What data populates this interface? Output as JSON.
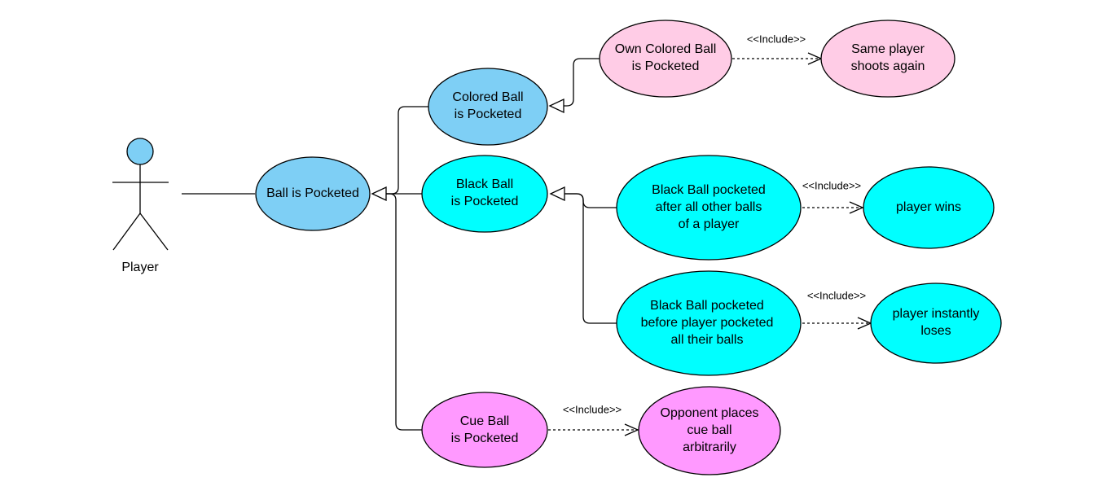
{
  "actor": {
    "label": "Player",
    "head_color": "#7ecff5"
  },
  "colors": {
    "blue": "#7ecff5",
    "cyan": "#00ffff",
    "pink": "#ffcce6",
    "magenta": "#ff99ff",
    "line": "#000000"
  },
  "nodes": {
    "ball_pocketed": {
      "lines": [
        "Ball is Pocketed"
      ],
      "color": "#7ecff5"
    },
    "colored_ball": {
      "lines": [
        "Colored Ball",
        "is Pocketed"
      ],
      "color": "#7ecff5"
    },
    "black_ball": {
      "lines": [
        "Black Ball",
        "is Pocketed"
      ],
      "color": "#00ffff"
    },
    "cue_ball": {
      "lines": [
        "Cue Ball",
        "is Pocketed"
      ],
      "color": "#ff99ff"
    },
    "own_colored": {
      "lines": [
        "Own Colored Ball",
        "is Pocketed"
      ],
      "color": "#ffcce6"
    },
    "same_player": {
      "lines": [
        "Same player",
        "shoots again"
      ],
      "color": "#ffcce6"
    },
    "black_after": {
      "lines": [
        "Black Ball pocketed",
        "after all other balls",
        "of a player"
      ],
      "color": "#00ffff"
    },
    "player_wins": {
      "lines": [
        "player wins"
      ],
      "color": "#00ffff"
    },
    "black_before": {
      "lines": [
        "Black Ball pocketed",
        "before player pocketed",
        "all their balls"
      ],
      "color": "#00ffff"
    },
    "player_loses": {
      "lines": [
        "player instantly",
        "loses"
      ],
      "color": "#00ffff"
    },
    "opponent_places": {
      "lines": [
        "Opponent places",
        "cue ball",
        "arbitrarily"
      ],
      "color": "#ff99ff"
    }
  },
  "include_labels": {
    "own_to_same": "<<Include>>",
    "after_to_wins": "<<Include>>",
    "before_to_loses": "<<Include>>",
    "cue_to_opponent": "<<Include>>"
  }
}
